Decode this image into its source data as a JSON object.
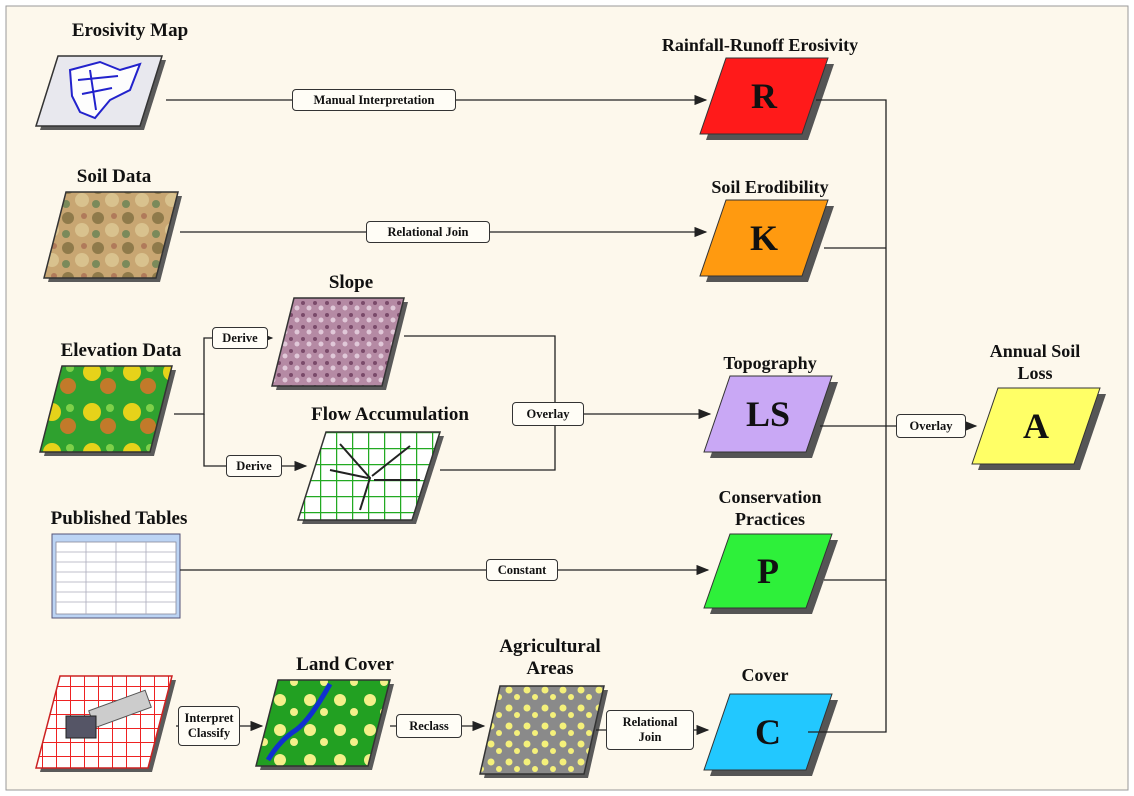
{
  "inputs": {
    "erosivity_map": "Erosivity Map",
    "soil_data": "Soil Data",
    "elevation_data": "Elevation Data",
    "published_tables": "Published Tables"
  },
  "intermediate": {
    "slope": "Slope",
    "flow_accumulation": "Flow Accumulation",
    "land_cover": "Land Cover",
    "agricultural_areas_line1": "Agricultural",
    "agricultural_areas_line2": "Areas"
  },
  "processes": {
    "manual_interpretation": "Manual Interpretation",
    "relational_join": "Relational Join",
    "derive_1": "Derive",
    "derive_2": "Derive",
    "overlay_topo": "Overlay",
    "constant": "Constant",
    "interpret": "Interpret",
    "classify": "Classify",
    "reclass": "Reclass",
    "relational_join_cover_1": "Relational",
    "relational_join_cover_2": "Join",
    "overlay_final": "Overlay"
  },
  "factors": {
    "r": {
      "title": "Rainfall-Runoff Erosivity",
      "letter": "R",
      "color": "#ff1a1a"
    },
    "k": {
      "title": "Soil Erodibility",
      "letter": "K",
      "color": "#ff9a10"
    },
    "ls": {
      "title": "Topography",
      "letter": "LS",
      "color": "#c9a8f5"
    },
    "p": {
      "title_line1": "Conservation",
      "title_line2": "Practices",
      "letter": "P",
      "color": "#2ef03a"
    },
    "c": {
      "title": "Cover",
      "letter": "C",
      "color": "#22c8ff"
    }
  },
  "output": {
    "title_line1": "Annual Soil",
    "title_line2": "Loss",
    "letter": "A",
    "color": "#ffff66"
  },
  "colors": {
    "background": "#fdf8ec",
    "frame": "#999999",
    "arrow": "#222222"
  }
}
